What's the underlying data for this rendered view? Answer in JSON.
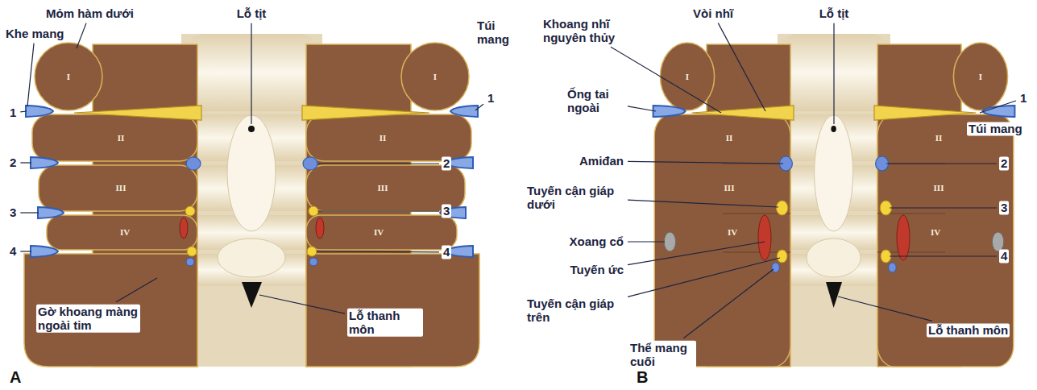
{
  "diagram": {
    "labels": [
      "Mỏm hàm dưới",
      "Lỗ tịt",
      "Túi mang",
      "Khe mang",
      "1",
      "I",
      "I",
      "1",
      "II",
      "II",
      "2",
      "2",
      "III",
      "III",
      "3",
      "3",
      "IV",
      "IV",
      "4",
      "4",
      "Gờ khoang màng ngoài tim",
      "Lỗ thanh môn",
      "A",
      "Khoang nhĩ nguyên thủy",
      "Vòi nhĩ",
      "Lỗ tịt",
      "Ống tai ngoài",
      "I",
      "I",
      "1",
      "Túi mang",
      "II",
      "II",
      "Amiđan",
      "2",
      "III",
      "III",
      "Tuyến cận giáp dưới",
      "3",
      "Xoang cổ",
      "Tuyến ức",
      "IV",
      "IV",
      "4",
      "Tuyến cận giáp trên",
      "Thể mang cuối",
      "Lỗ thanh môn",
      "B"
    ]
  }
}
